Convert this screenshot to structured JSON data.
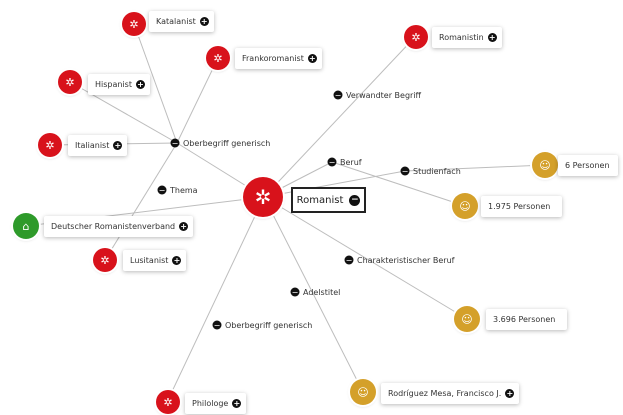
{
  "center": {
    "label": "Romanist",
    "icon": "asterisk-icon",
    "color": "#d8121b"
  },
  "colors": {
    "red": "#d8121b",
    "gold": "#d4a02a",
    "green": "#2e9a2a",
    "edge": "#bdbdbd"
  },
  "edge_labels": {
    "verwandter_begriff": "Verwandter Begriff",
    "oberbegriff_top": "Oberbegriff generisch",
    "thema": "Thema",
    "beruf": "Beruf",
    "studienfach": "Studienfach",
    "charakteristischer_beruf": "Charakteristischer Beruf",
    "adelstitel": "Adelstitel",
    "oberbegriff_bottom": "Oberbegriff generisch"
  },
  "nodes": {
    "katalanist": "Katalanist",
    "frankoromanist": "Frankoromanist",
    "hispanist": "Hispanist",
    "italianist": "Italianist",
    "romanistin": "Romanistin",
    "romanistenverband": "Deutscher Romanistenverband",
    "lusitanist": "Lusitanist",
    "personen_6": "6 Personen",
    "personen_1975": "1.975 Personen",
    "personen_3696": "3.696 Personen",
    "philologe": "Philologe",
    "rodriguez": "Rodríguez Mesa, Francisco J."
  }
}
